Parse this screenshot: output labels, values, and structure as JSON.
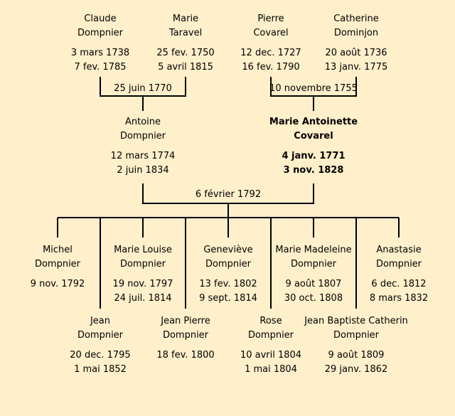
{
  "persons": {
    "claude": {
      "given": "Claude",
      "family": "Dompnier",
      "born": "3 mars 1738",
      "died": "7 fev. 1785"
    },
    "marie_t": {
      "given": "Marie",
      "family": "Taravel",
      "born": "25 fev. 1750",
      "died": "5 avril 1815"
    },
    "pierre": {
      "given": "Pierre",
      "family": "Covarel",
      "born": "12 dec. 1727",
      "died": "16 fev. 1790"
    },
    "catherine": {
      "given": "Catherine",
      "family": "Dominjon",
      "born": "20 août 1736",
      "died": "13 janv. 1775"
    },
    "antoine": {
      "given": "Antoine",
      "family": "Dompnier",
      "born": "12 mars 1774",
      "died": "2 juin 1834"
    },
    "marie_a": {
      "given": "Marie Antoinette",
      "family": "Covarel",
      "born": "4 janv. 1771",
      "died": "3 nov. 1828"
    },
    "michel": {
      "given": "Michel",
      "family": "Dompnier",
      "born": "9 nov. 1792"
    },
    "jean": {
      "given": "Jean",
      "family": "Dompnier",
      "born": "20 dec. 1795",
      "died": "1 mai 1852"
    },
    "marie_l": {
      "given": "Marie Louise",
      "family": "Dompnier",
      "born": "19 nov. 1797",
      "died": "24 juil. 1814"
    },
    "jean_p": {
      "given": "Jean Pierre",
      "family": "Dompnier",
      "born": "18 fev. 1800"
    },
    "genevieve": {
      "given": "Geneviève",
      "family": "Dompnier",
      "born": "13 fev. 1802",
      "died": "9 sept. 1814"
    },
    "rose": {
      "given": "Rose",
      "family": "Dompnier",
      "born": "10 avril 1804",
      "died": "1 mai 1804"
    },
    "marie_m": {
      "given": "Marie Madeleine",
      "family": "Dompnier",
      "born": "9 août 1807",
      "died": "30 oct. 1808"
    },
    "jean_b": {
      "given": "Jean Baptiste Catherin",
      "family": "Dompnier",
      "born": "9 août 1809",
      "died": "29 janv. 1862"
    },
    "anastasie": {
      "given": "Anastasie",
      "family": "Dompnier",
      "born": "6 dec. 1812",
      "died": "8 mars 1832"
    }
  },
  "marriages": {
    "dompnier_taravel": "25 juin 1770",
    "covarel_dominjon": "10 novembre 1755",
    "dompnier_covarel": "6 février 1792"
  },
  "colors": {
    "background": "#FFEFCB",
    "line": "#000000"
  }
}
